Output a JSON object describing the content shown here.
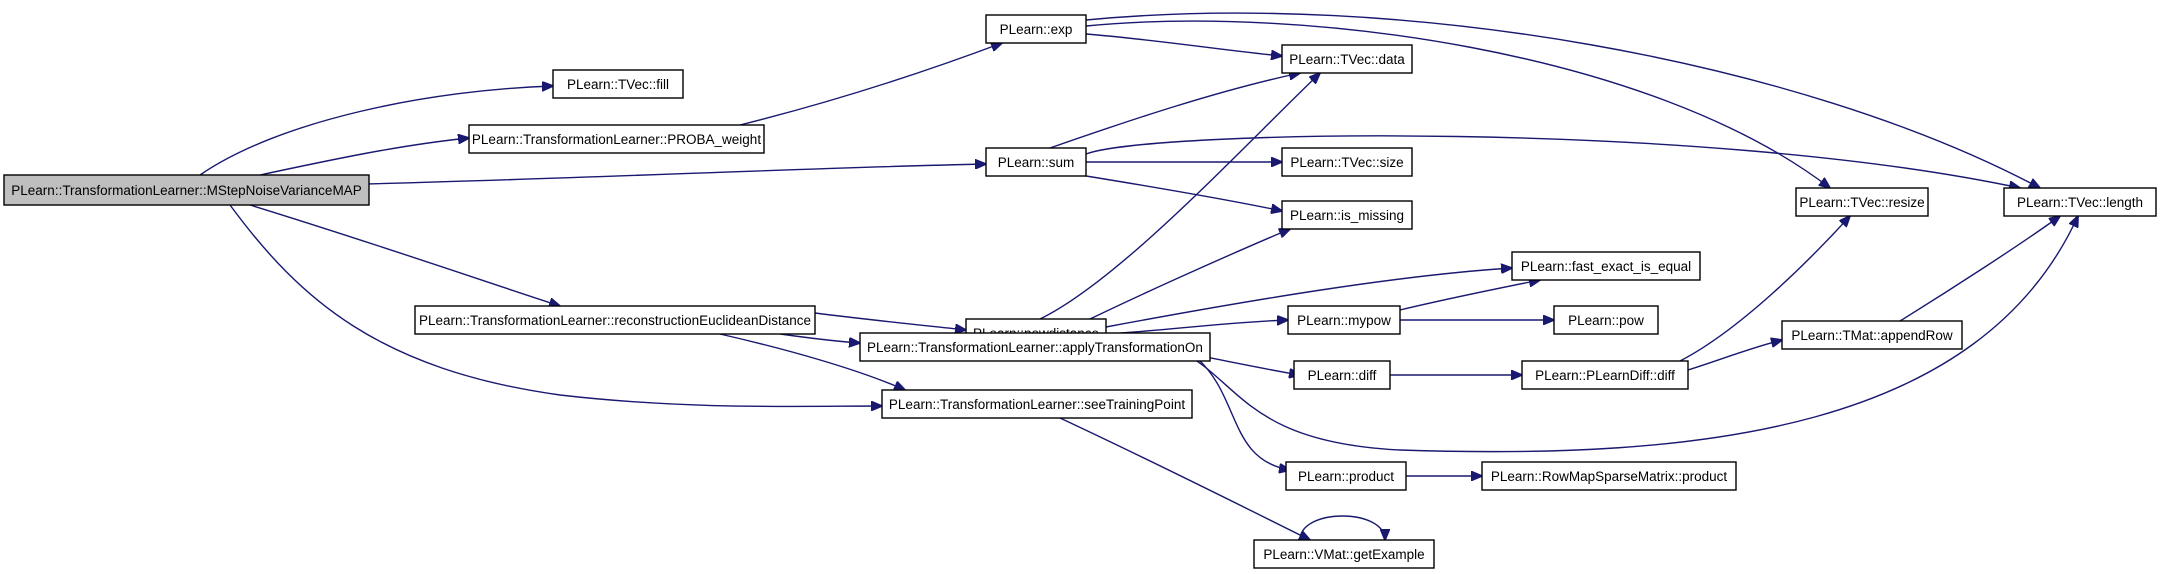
{
  "nodes": [
    {
      "id": "root",
      "label": "PLearn::TransformationLearner::MStepNoiseVarianceMAP",
      "root": true
    },
    {
      "id": "fill",
      "label": "PLearn::TVec::fill"
    },
    {
      "id": "proba",
      "label": "PLearn::TransformationLearner::PROBA_weight"
    },
    {
      "id": "exp",
      "label": "PLearn::exp"
    },
    {
      "id": "data",
      "label": "PLearn::TVec::data"
    },
    {
      "id": "sum",
      "label": "PLearn::sum"
    },
    {
      "id": "size",
      "label": "PLearn::TVec::size"
    },
    {
      "id": "ismissing",
      "label": "PLearn::is_missing"
    },
    {
      "id": "resize",
      "label": "PLearn::TVec::resize"
    },
    {
      "id": "length",
      "label": "PLearn::TVec::length"
    },
    {
      "id": "recon",
      "label": "PLearn::TransformationLearner::reconstructionEuclideanDistance"
    },
    {
      "id": "powdist",
      "label": "PLearn::powdistance"
    },
    {
      "id": "fasteq",
      "label": "PLearn::fast_exact_is_equal"
    },
    {
      "id": "mypow",
      "label": "PLearn::mypow"
    },
    {
      "id": "pow",
      "label": "PLearn::pow"
    },
    {
      "id": "apply",
      "label": "PLearn::TransformationLearner::applyTransformationOn"
    },
    {
      "id": "appendrow",
      "label": "PLearn::TMat::appendRow"
    },
    {
      "id": "diff",
      "label": "PLearn::diff"
    },
    {
      "id": "pldiff",
      "label": "PLearn::PLearnDiff::diff"
    },
    {
      "id": "seetp",
      "label": "PLearn::TransformationLearner::seeTrainingPoint"
    },
    {
      "id": "product",
      "label": "PLearn::product"
    },
    {
      "id": "rowmap",
      "label": "PLearn::RowMapSparseMatrix::product"
    },
    {
      "id": "getex",
      "label": "PLearn::VMat::getExample"
    }
  ],
  "edges": [
    {
      "from": "root",
      "to": "fill"
    },
    {
      "from": "root",
      "to": "proba"
    },
    {
      "from": "root",
      "to": "sum"
    },
    {
      "from": "root",
      "to": "recon"
    },
    {
      "from": "root",
      "to": "seetp"
    },
    {
      "from": "proba",
      "to": "exp"
    },
    {
      "from": "exp",
      "to": "data"
    },
    {
      "from": "exp",
      "to": "resize"
    },
    {
      "from": "exp",
      "to": "length"
    },
    {
      "from": "sum",
      "to": "data"
    },
    {
      "from": "sum",
      "to": "size"
    },
    {
      "from": "sum",
      "to": "ismissing"
    },
    {
      "from": "sum",
      "to": "length"
    },
    {
      "from": "recon",
      "to": "powdist"
    },
    {
      "from": "recon",
      "to": "apply"
    },
    {
      "from": "recon",
      "to": "seetp"
    },
    {
      "from": "powdist",
      "to": "data"
    },
    {
      "from": "powdist",
      "to": "ismissing"
    },
    {
      "from": "powdist",
      "to": "fasteq"
    },
    {
      "from": "powdist",
      "to": "mypow"
    },
    {
      "from": "powdist",
      "to": "diff"
    },
    {
      "from": "powdist",
      "to": "length"
    },
    {
      "from": "mypow",
      "to": "fasteq"
    },
    {
      "from": "mypow",
      "to": "pow"
    },
    {
      "from": "diff",
      "to": "pldiff"
    },
    {
      "from": "pldiff",
      "to": "resize"
    },
    {
      "from": "pldiff",
      "to": "appendrow"
    },
    {
      "from": "appendrow",
      "to": "length"
    },
    {
      "from": "apply",
      "to": "product"
    },
    {
      "from": "product",
      "to": "rowmap"
    },
    {
      "from": "seetp",
      "to": "getex"
    },
    {
      "from": "getex",
      "to": "getex"
    }
  ]
}
